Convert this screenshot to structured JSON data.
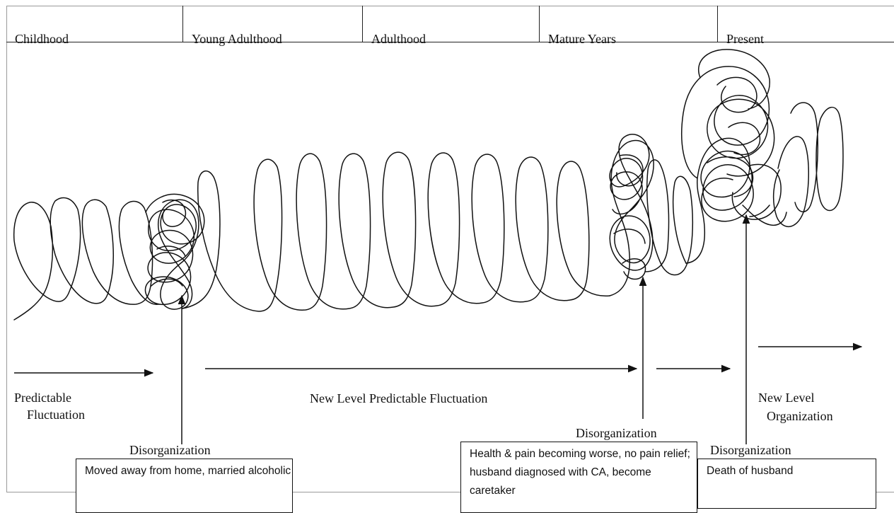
{
  "header": {
    "stages": [
      "Childhood",
      "Young Adulthood",
      "Adulthood",
      "Mature Years",
      "Present"
    ]
  },
  "labels": {
    "predictable_line1": "Predictable",
    "predictable_line2": "Fluctuation",
    "new_level_fluctuation": "New Level Predictable Fluctuation",
    "new_level_line1": "New Level",
    "new_level_line2": "Organization",
    "disorg_1": "Disorganization",
    "disorg_2": "Disorganization",
    "disorg_3": "Disorganization"
  },
  "notes": {
    "note_1": "Moved away from home, married alcoholic",
    "note_2": "Health & pain becoming worse, no pain relief; husband diagnosed with CA, become caretaker",
    "note_3": "Death of husband"
  },
  "colors": {
    "line": "#111111",
    "border": "#9a9a9a"
  }
}
